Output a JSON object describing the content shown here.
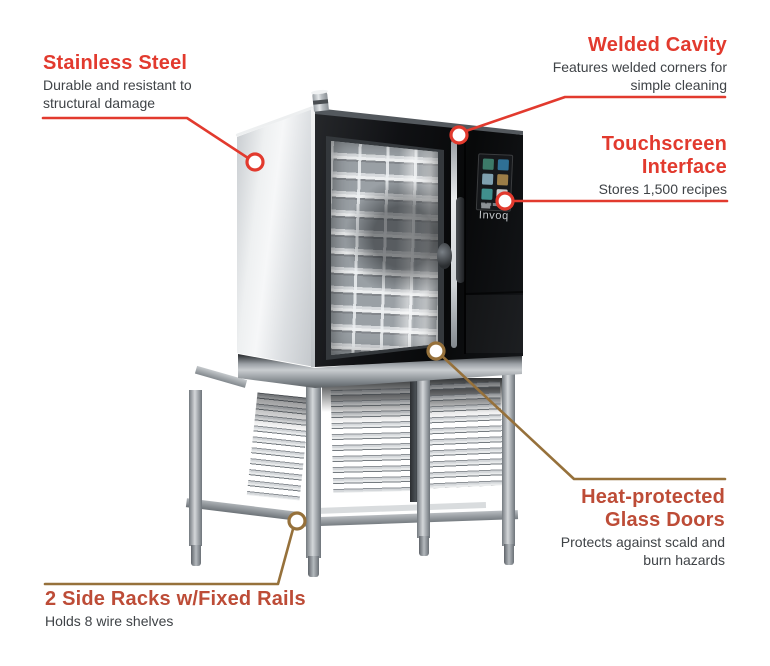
{
  "page": {
    "background": "#ffffff",
    "description": "Product feature diagram of an Invoq combi oven on an open stand"
  },
  "colors": {
    "accent_red": "#e23a2e",
    "accent_rust": "#bd4c37",
    "line_red": "#e23a2e",
    "line_brown": "#96713b",
    "desc_gray": "#3f4347",
    "marker_fill": "#ffffff"
  },
  "product": {
    "brand": "Invoq",
    "screen_tiles": [
      "#3c7a68",
      "#2f7095",
      "#7fa0af",
      "#9b7d47",
      "#40908d",
      "#c9cccd"
    ]
  },
  "callouts": {
    "stainless": {
      "title": "Stainless Steel",
      "description": "Durable and resistant to structural damage"
    },
    "welded": {
      "title": "Welded Cavity",
      "description": "Features welded corners for simple cleaning"
    },
    "touchscreen": {
      "title": "Touchscreen Interface",
      "description": "Stores 1,500 recipes"
    },
    "glass": {
      "title": "Heat-protected Glass Doors",
      "description": "Protects against scald and burn hazards"
    },
    "racks": {
      "title": "2 Side Racks w/Fixed Rails",
      "description": "Holds 8 wire shelves"
    }
  }
}
